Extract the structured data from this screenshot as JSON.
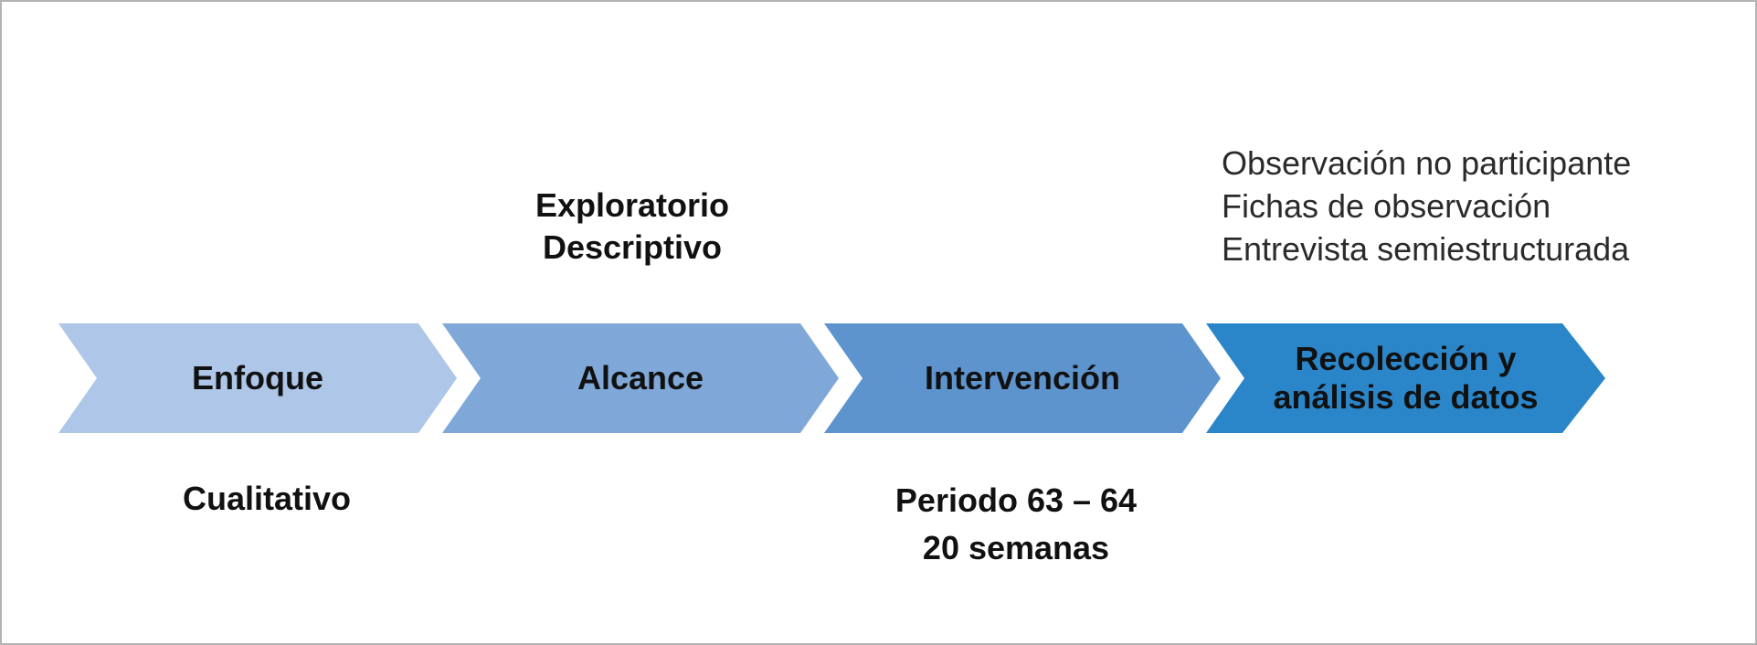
{
  "diagram": {
    "type": "process-chevron-flow",
    "text_color": "#111111",
    "frame_border_color": "#b3b3b3",
    "background_color": "#ffffff",
    "stages": [
      {
        "label": "Enfoque",
        "color": "#aec6e8"
      },
      {
        "label": "Alcance",
        "color": "#7fa8d9"
      },
      {
        "label": "Intervención",
        "color": "#5e94ce"
      },
      {
        "label_line1": "Recolección y",
        "label_line2": "análisis de datos",
        "color": "#2a86c8"
      }
    ],
    "annotations": {
      "below_stage1": "Cualitativo",
      "above_stage2_line1": "Exploratorio",
      "above_stage2_line2": "Descriptivo",
      "below_stage3_line1": "Periodo 63 – 64",
      "below_stage3_line2": "20 semanas",
      "above_stage4_line1": "Observación no participante",
      "above_stage4_line2": "Fichas de observación",
      "above_stage4_line3": "Entrevista semiestructurada"
    }
  }
}
